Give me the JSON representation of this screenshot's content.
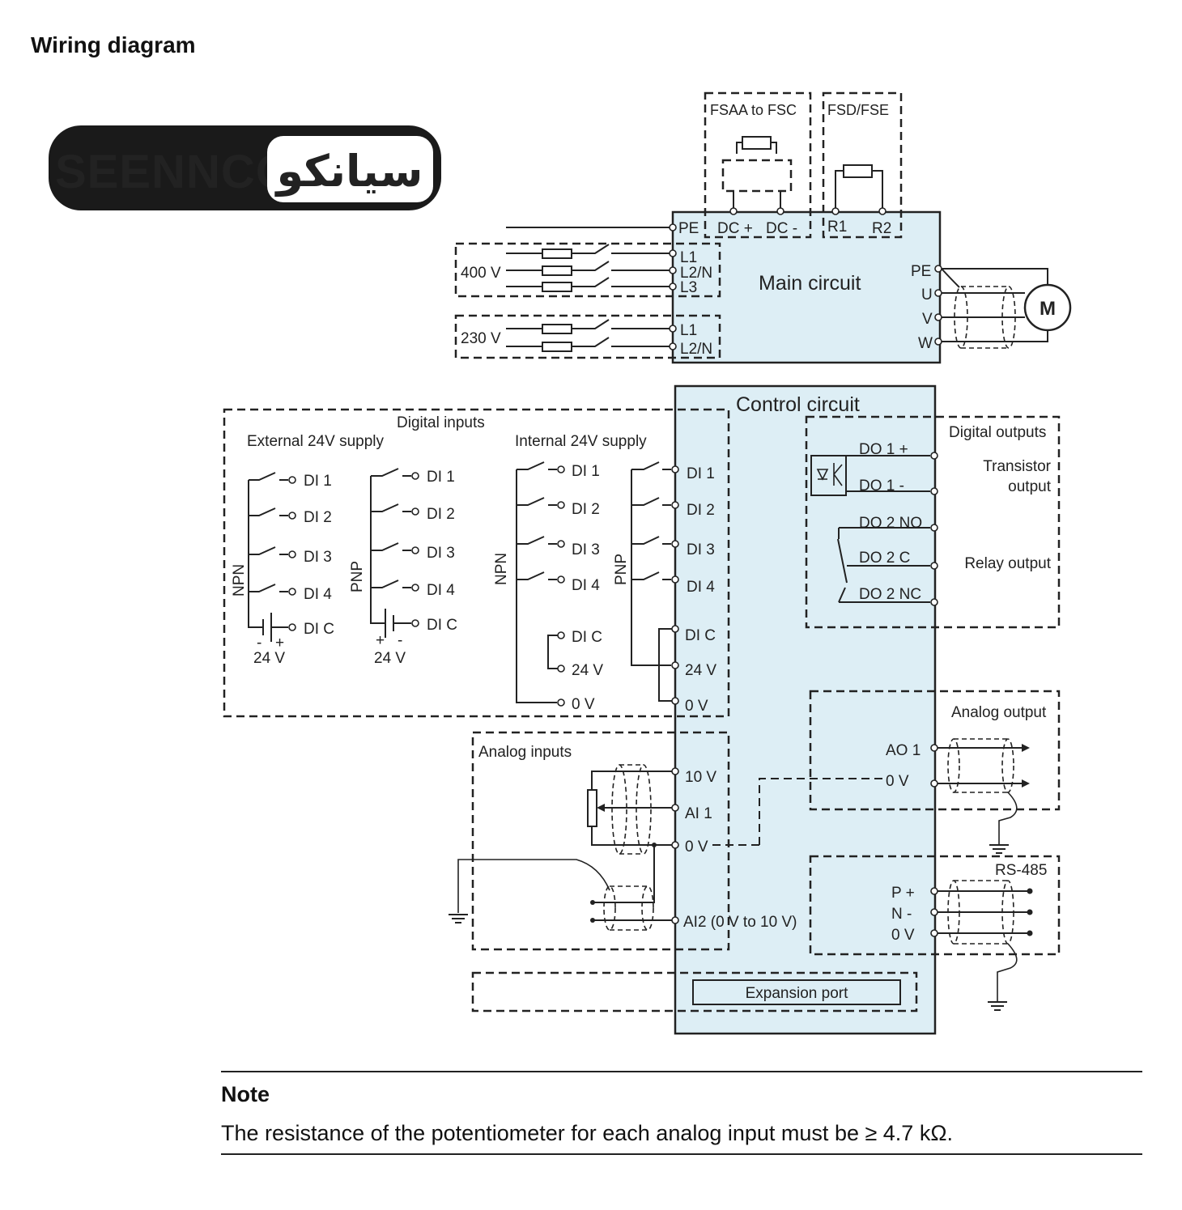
{
  "page_title": "Wiring diagram",
  "logo": {
    "latin_text": "SEENNCO",
    "persian_text": "سیانکو"
  },
  "main_circuit": {
    "title": "Main circuit",
    "options": {
      "fsaa_label": "FSAA to FSC",
      "fsd_label": "FSD/FSE"
    },
    "top_terminals": [
      "PE",
      "DC +",
      "DC -",
      "R1",
      "R2"
    ],
    "supply_400v": {
      "label": "400 V",
      "terminals": [
        "L1",
        "L2/N",
        "L3"
      ]
    },
    "supply_230v": {
      "label": "230 V",
      "terminals": [
        "L1",
        "L2/N"
      ]
    },
    "output_terminals": [
      "PE",
      "U",
      "V",
      "W"
    ],
    "motor_label": "M"
  },
  "control_circuit": {
    "title": "Control circuit",
    "digital_inputs": {
      "title": "Digital inputs",
      "external_label": "External 24V supply",
      "internal_label": "Internal 24V supply",
      "npn_label": "NPN",
      "pnp_label": "PNP",
      "inputs": [
        "DI 1",
        "DI 2",
        "DI 3",
        "DI 4",
        "DI C"
      ],
      "supply_label": "24 V",
      "zero_v": "0 V",
      "minus_sign": "-",
      "plus_sign": "+"
    },
    "digital_outputs": {
      "title": "Digital outputs",
      "transistor_label_1": "Transistor",
      "transistor_label_2": "output",
      "relay_label": "Relay output",
      "terminals": [
        "DO 1 +",
        "DO 1 -",
        "DO 2 NO",
        "DO 2 C",
        "DO 2 NC"
      ]
    },
    "analog_output": {
      "title": "Analog output",
      "terminals": [
        "AO 1",
        "0 V"
      ]
    },
    "analog_inputs": {
      "title": "Analog inputs",
      "terminals": [
        "10 V",
        "AI 1",
        "0 V",
        "AI2 (0 V to 10 V)"
      ]
    },
    "rs485": {
      "title": "RS-485",
      "terminals": [
        "P +",
        "N -",
        "0 V"
      ]
    },
    "expansion_port": "Expansion port"
  },
  "note": {
    "heading": "Note",
    "text": "The resistance of the potentiometer for each analog input must be ≥ 4.7 kΩ."
  }
}
